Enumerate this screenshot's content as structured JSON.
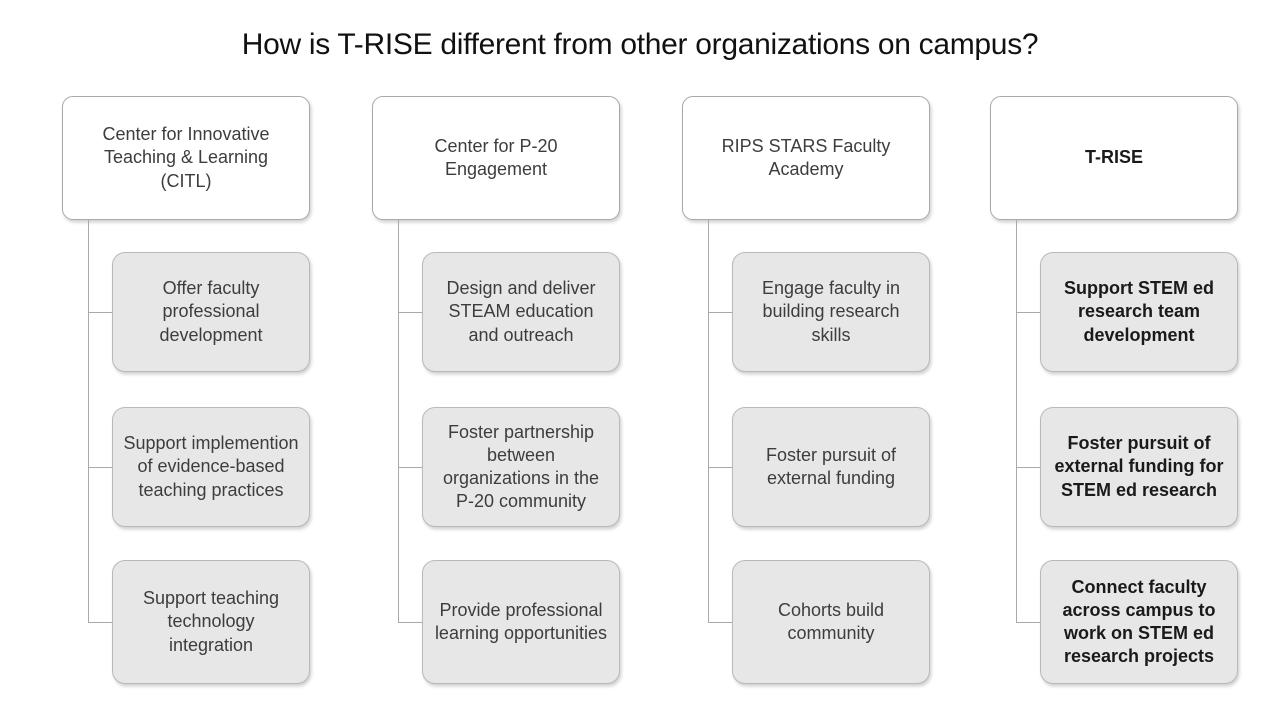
{
  "title": "How is T-RISE different from other organizations on campus?",
  "colors": {
    "background": "#ffffff",
    "header_box_fill": "#ffffff",
    "header_box_border": "#a9a9a9",
    "item_box_fill": "#e8e7e7",
    "item_box_border": "#bab8b8",
    "connector_line": "#a9a9a9",
    "text": "#3d3d3d"
  },
  "columns": [
    {
      "header": "Center for Innovative Teaching & Learning (CITL)",
      "emphasis": false,
      "items": [
        "Offer faculty professional development",
        "Support implemention of evidence-based teaching practices",
        "Support teaching technology integration"
      ]
    },
    {
      "header": "Center for P-20 Engagement",
      "emphasis": false,
      "items": [
        "Design and deliver STEAM education and outreach",
        "Foster partnership between organizations in the P-20 community",
        "Provide professional learning opportunities"
      ]
    },
    {
      "header": "RIPS STARS Faculty Academy",
      "emphasis": false,
      "items": [
        "Engage faculty in building research skills",
        "Foster pursuit of external funding",
        "Cohorts build community"
      ]
    },
    {
      "header": "T-RISE",
      "emphasis": true,
      "items": [
        "Support STEM ed research team development",
        "Foster pursuit of external funding for STEM ed research",
        "Connect faculty across campus to work on STEM ed research projects"
      ]
    }
  ]
}
